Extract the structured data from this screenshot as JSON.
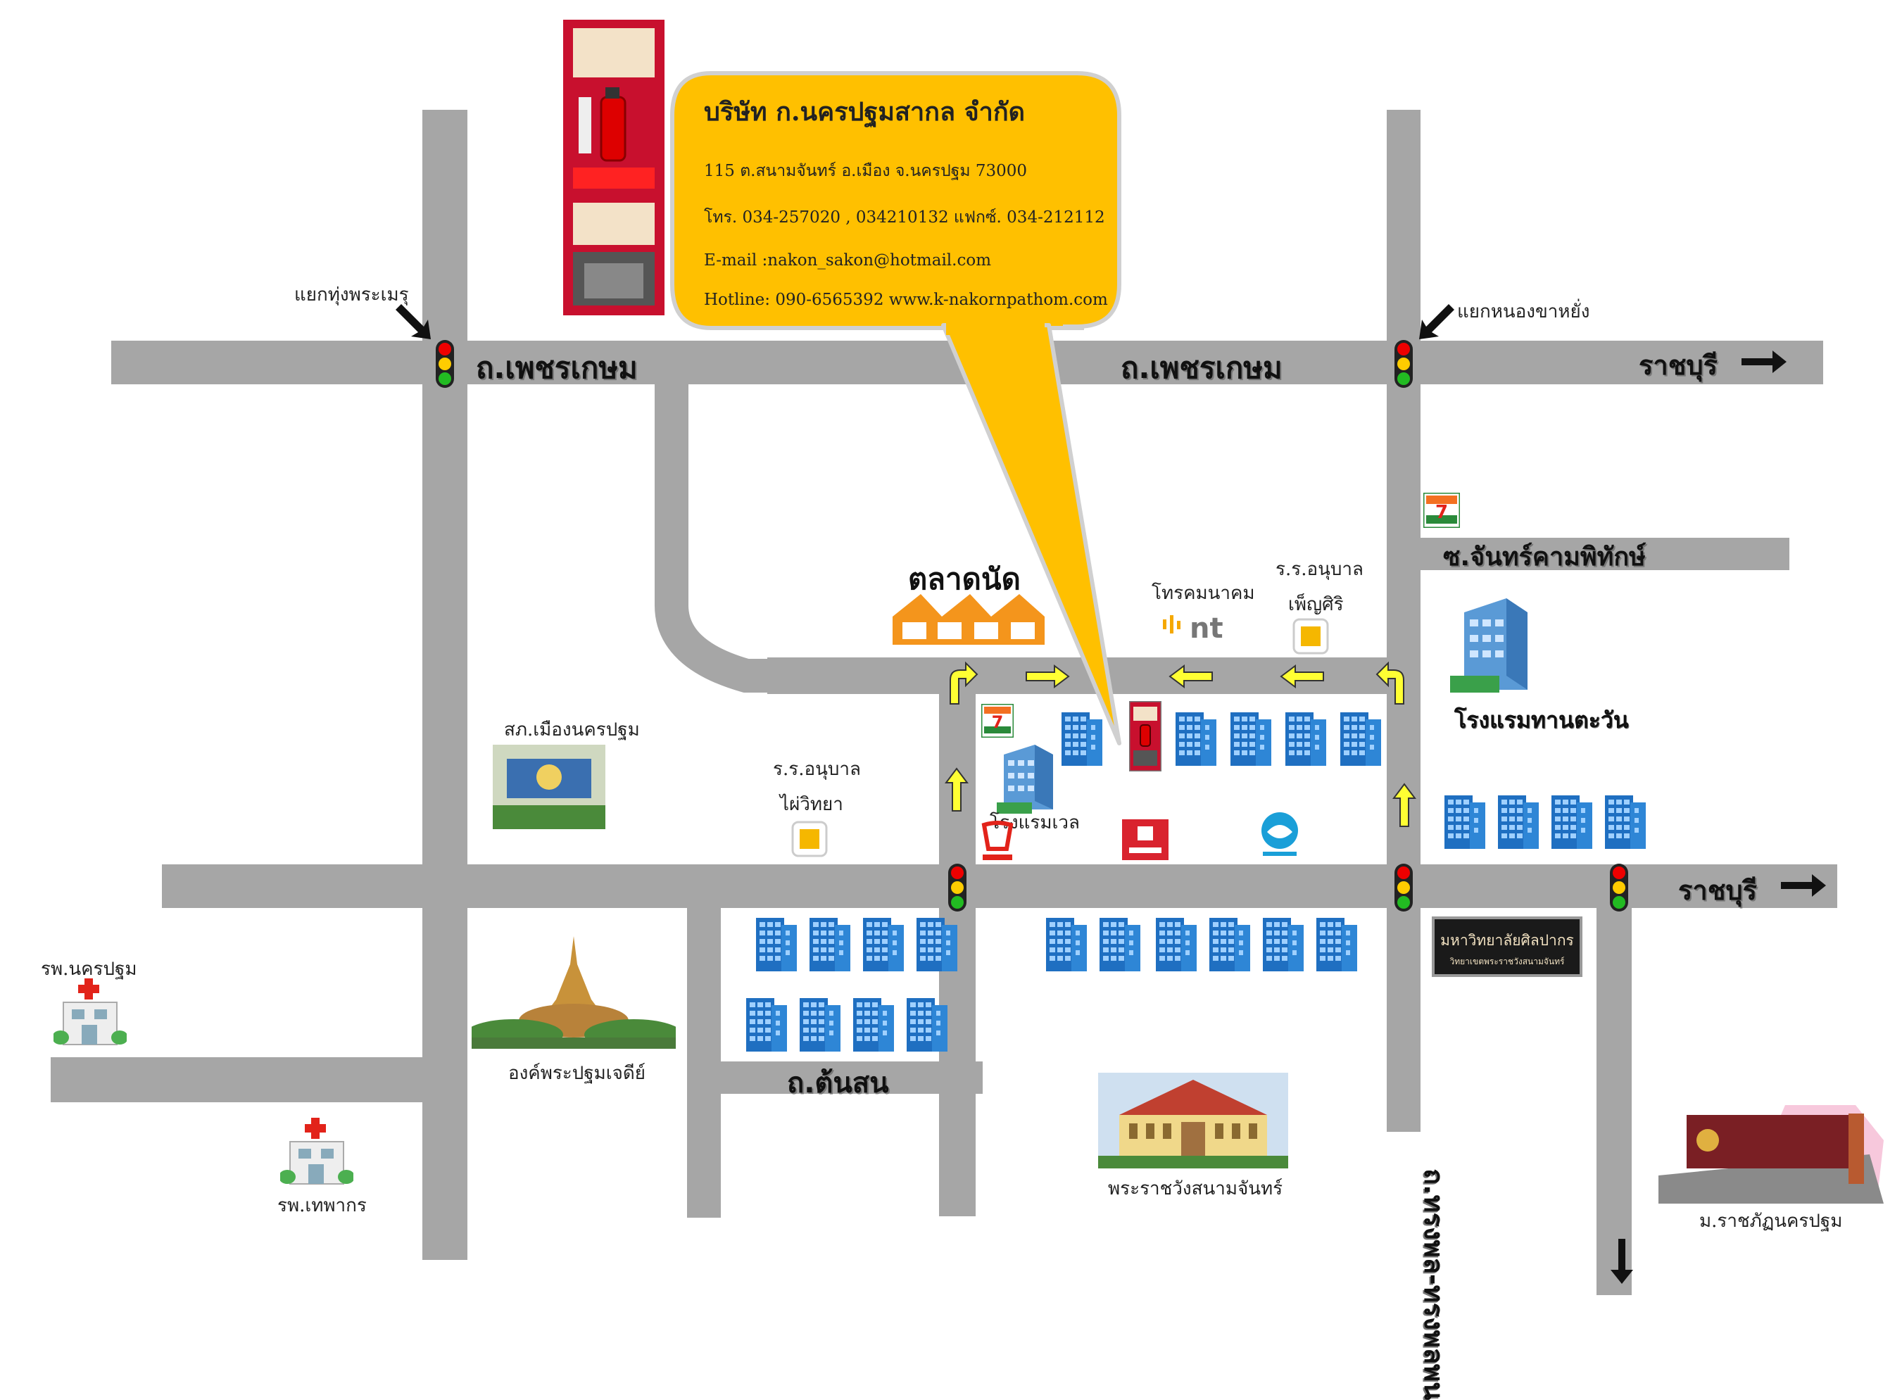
{
  "bubble": {
    "company": "บริษัท ก.นครปฐมสากล  จำกัด",
    "address": "115  ต.สนามจันทร์ อ.เมือง จ.นครปฐม  73000",
    "phone": "โทร. 034-257020 , 034210132 แฟกซ์. 034-212112",
    "email": "E-mail :nakon_sakon@hotmail.com",
    "hotline": "Hotline: 090-6565392  www.k-nakornpathom.com",
    "fill": "#ffc000"
  },
  "roads": {
    "petchkasem_left": "ถ.เพชรเกษม",
    "petchkasem_right": "ถ.เพชรเกษม",
    "ratchaburi_top": "ราชบุรี",
    "ratchaburi_mid": "ราชบุรี",
    "soi_chan": "ซ.จันทร์คามพิทักษ์",
    "tonson": "ถ.ต้นสน",
    "vertical_right": "ถ.ทรงพล-ทรงพลพน"
  },
  "places": {
    "junction_thungphramen": "แยกทุ่งพระเมรุ",
    "junction_nongkhayang": "แยกหนองขาหยั่ง",
    "market": "ตลาดนัด",
    "telecom": "โทรคมนาคม",
    "school_phenphisiri_1": "ร.ร.อนุบาล",
    "school_phenphisiri_2": "เพ็ญศิริ",
    "hotel_sun": "โรงแรมทานตะวัน",
    "police": "สภ.เมืองนครปฐม",
    "school_phaiwitthaya_1": "ร.ร.อนุบาล",
    "school_phaiwitthaya_2": "ไผ่วิทยา",
    "hotel_well": "โรงแรมเวล",
    "hospital_nakhon": "รพ.นครปฐม",
    "hospital_thephakorn": "รพ.เทพากร",
    "chedi": "องค์พระปฐมเจดีย์",
    "palace": "พระราชวังสนามจันทร์",
    "silpakorn_1": "มหาวิทยาลัยศิลปากร",
    "silpakorn_2": "วิทยาเขตพระราชวังสนามจันทร์",
    "rajabhat": "ม.ราชภัฏนครปฐม",
    "nt": "nt",
    "seven": "7"
  },
  "colors": {
    "road": "#a6a6a6",
    "building": "#1f6fc1",
    "arrow": "#ffff33",
    "bubble": "#ffc000"
  },
  "icons": [
    "fire-extinguisher-icon",
    "traffic-light-icon",
    "building-icon",
    "hospital-icon",
    "school-icon",
    "seven-eleven-icon",
    "bank-icon"
  ]
}
